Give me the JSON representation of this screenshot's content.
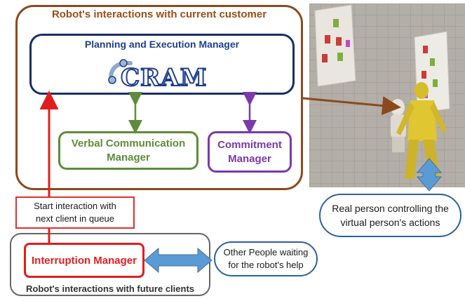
{
  "current_section": {
    "title": "Robot's interactions with current customer",
    "planning": {
      "title": "Planning and Execution  Manager",
      "logo_text": "CRAM"
    },
    "verbal": {
      "line1": "Verbal Communication",
      "line2": "Manager"
    },
    "commitment": {
      "line1": "Commitment",
      "line2": "Manager"
    }
  },
  "start_interaction": {
    "line1": "Start interaction with",
    "line2": "next client in queue"
  },
  "future_section": {
    "title": "Robot's interactions with future clients",
    "interruption": "Interruption Manager"
  },
  "other_people": {
    "line1": "Other People waiting",
    "line2": "for the robot's help"
  },
  "real_person": {
    "line1": "Real person controlling the",
    "line2": "virtual person's actions"
  },
  "colors": {
    "current_border": "#8a4a1f",
    "planning_border": "#1a2e6a",
    "verbal": "#5e8c3a",
    "commitment": "#7a3aa8",
    "interruption": "#e01e1e",
    "double_arrow": "#5b9bd5"
  }
}
